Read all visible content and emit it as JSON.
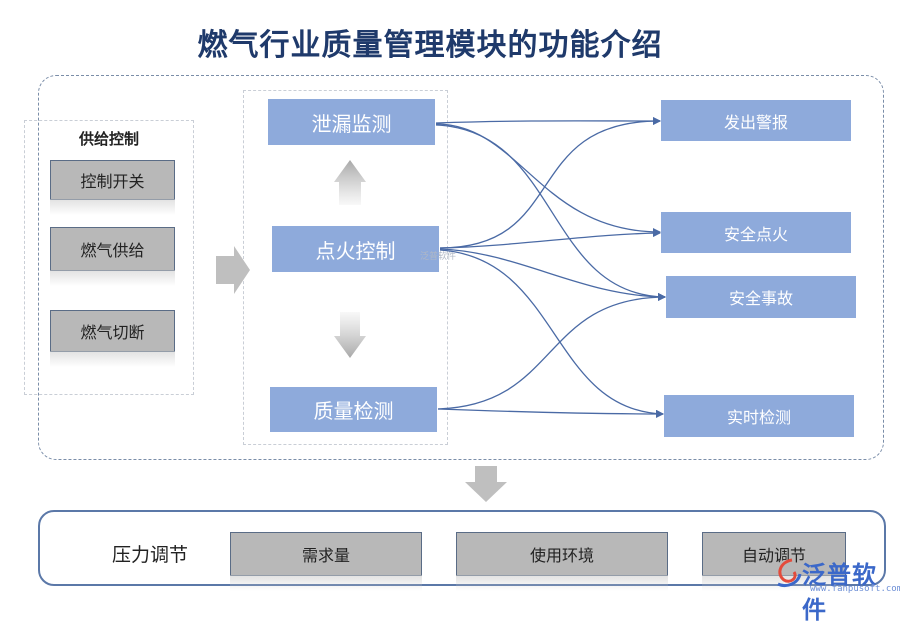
{
  "title": "燃气行业质量管理模块的功能介绍",
  "supply_group": {
    "title": "供给控制",
    "items": [
      "控制开关",
      "燃气供给",
      "燃气切断"
    ]
  },
  "monitor_group": {
    "items": [
      "泄漏监测",
      "点火控制",
      "质量检测"
    ]
  },
  "outputs": [
    "发出警报",
    "安全点火",
    "安全事故",
    "实时检测"
  ],
  "pressure": {
    "label": "压力调节",
    "items": [
      "需求量",
      "使用环境",
      "自动调节"
    ]
  },
  "watermark": "泛普软件",
  "logo": {
    "text": "泛普软件",
    "url": "www.fanpusoft.com"
  },
  "colors": {
    "title": "#1f3a6b",
    "blue_box": "#8eaadb",
    "gray_box": "#b8b8b8",
    "connector": "#4a6aa5",
    "arrow": "#bfbfbf"
  }
}
